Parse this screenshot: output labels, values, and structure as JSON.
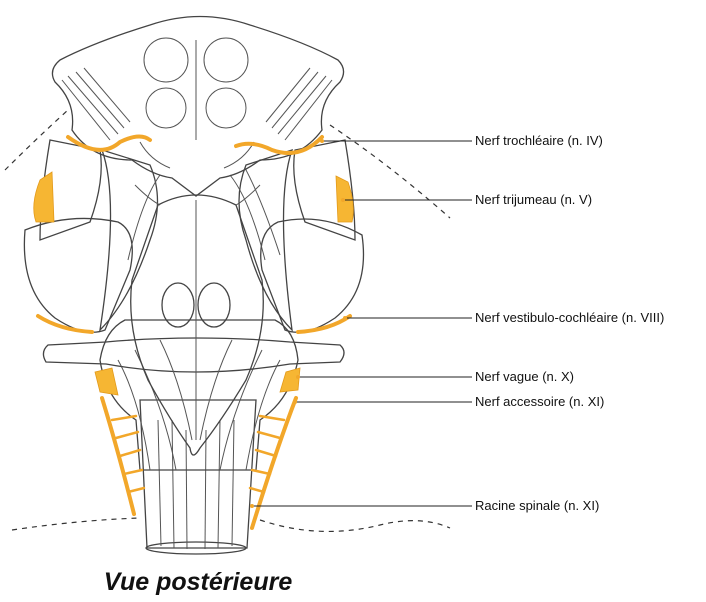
{
  "labels": {
    "trochlear": "Nerf trochléaire (n. IV)",
    "trigeminal": "Nerf trijumeau (n. V)",
    "vestibulo": "Nerf vestibulo-cochléaire (n. VIII)",
    "vagus": "Nerf vague (n. X)",
    "accessory": "Nerf accessoire (n. XI)",
    "spinal": "Racine spinale (n. XI)"
  },
  "caption": "Vue postérieure",
  "colors": {
    "nerve": "#f6b633",
    "cerebellar_peduncle": "#fbf3d2",
    "fossa": "#e6e7eb",
    "tissue": "#fdfdf3",
    "outline": "#444444"
  }
}
